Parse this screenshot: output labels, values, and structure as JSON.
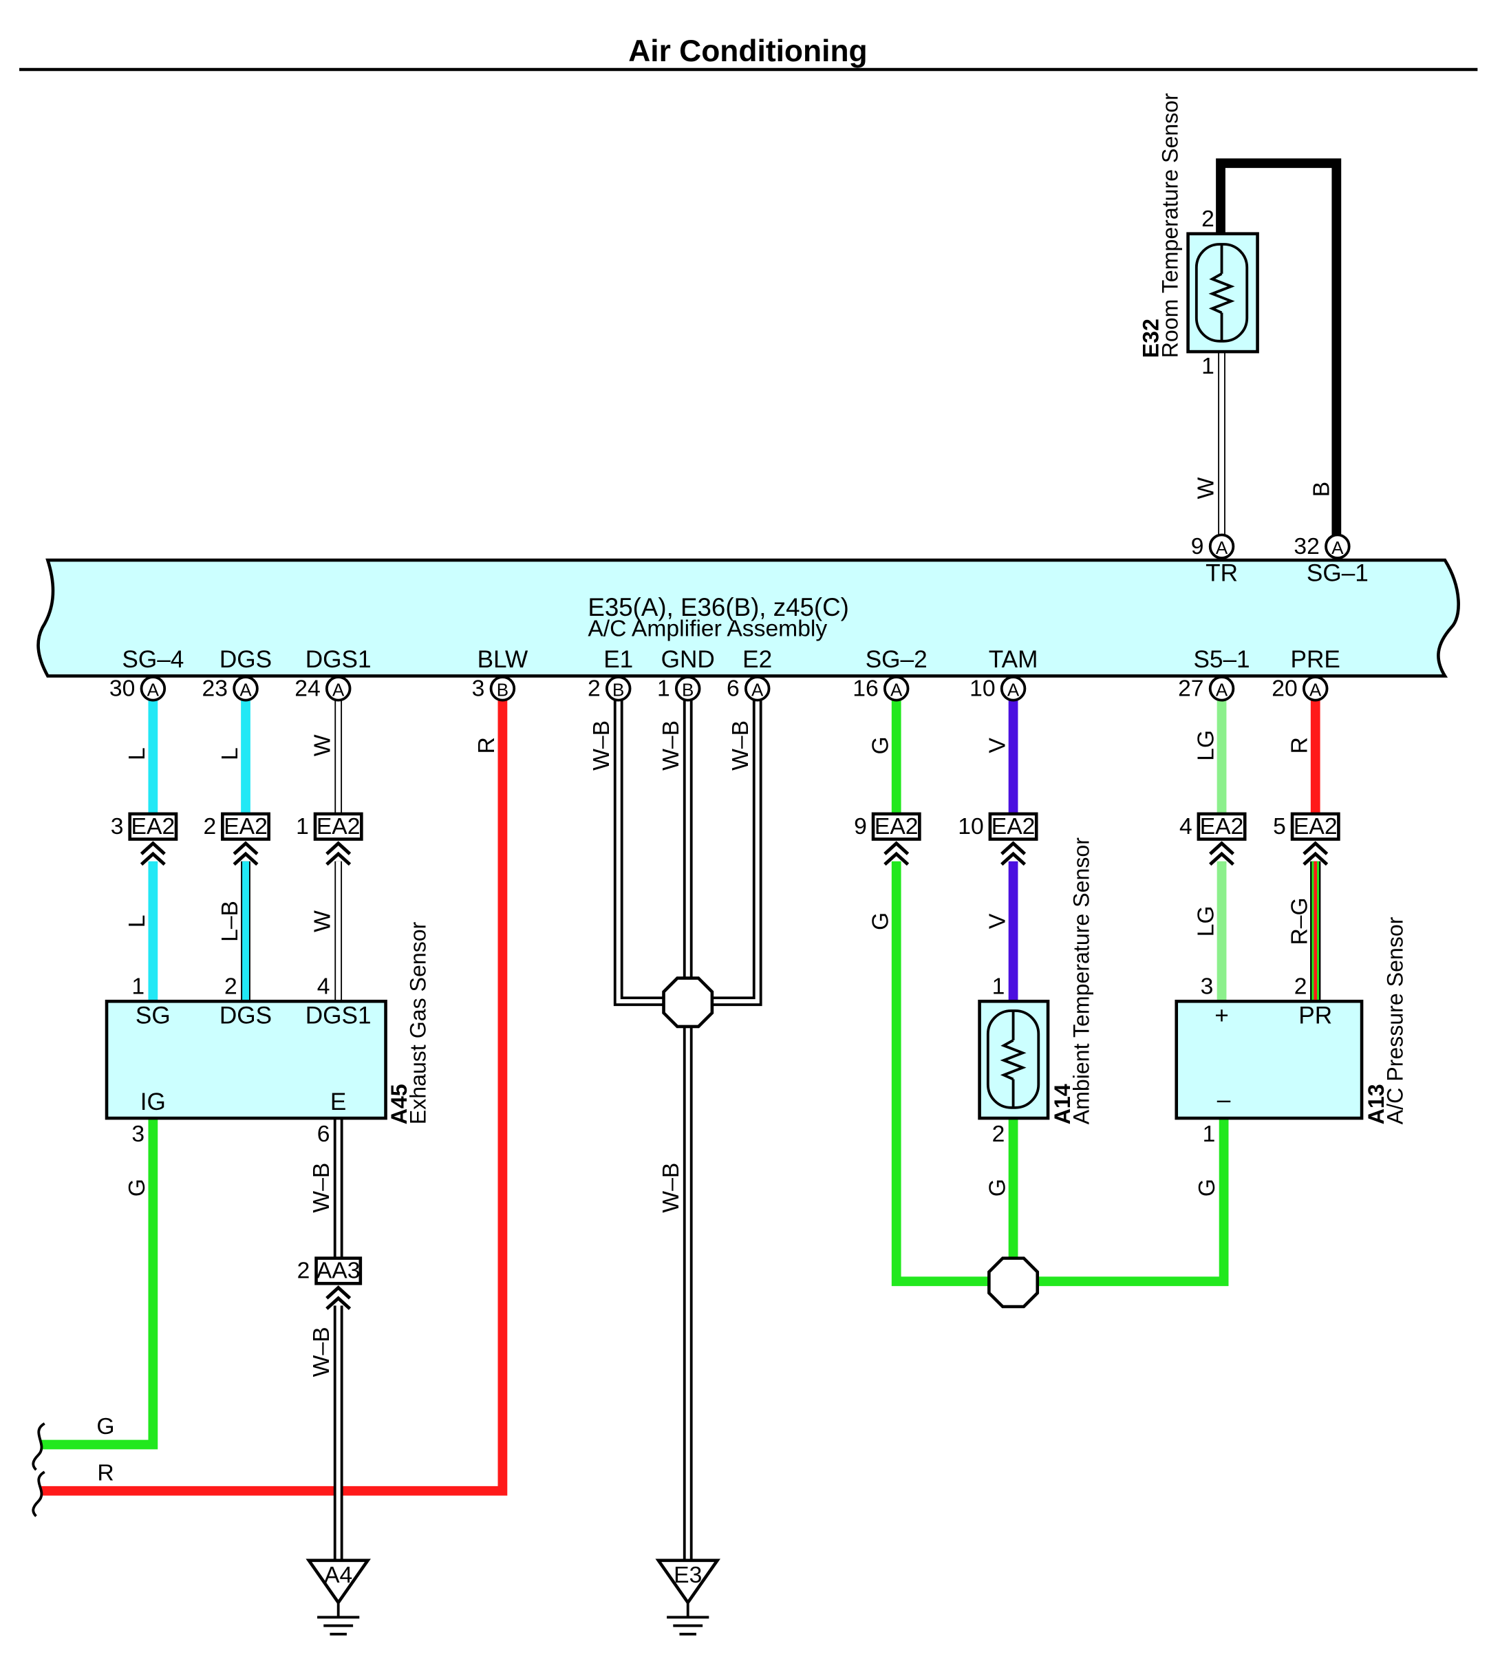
{
  "title": "Air Conditioning",
  "colors": {
    "L": "#22e8f5",
    "W": "#ffffff",
    "R": "#ff1a1a",
    "G": "#22e81e",
    "V": "#4b10e0",
    "LG": "#8cf08c",
    "B": "#000000",
    "body": "#ccffff"
  },
  "amplifier": {
    "code": "E35(A), E36(B), z45(C)",
    "name": "A/C Amplifier Assembly",
    "top_terms": [
      {
        "pin": "9",
        "conn": "A",
        "label": "TR"
      },
      {
        "pin": "32",
        "conn": "A",
        "label": "SG–1"
      }
    ],
    "bottom_terms": [
      {
        "pin": "30",
        "conn": "A",
        "label": "SG–4"
      },
      {
        "pin": "23",
        "conn": "A",
        "label": "DGS"
      },
      {
        "pin": "24",
        "conn": "A",
        "label": "DGS1"
      },
      {
        "pin": "3",
        "conn": "B",
        "label": "BLW"
      },
      {
        "pin": "2",
        "conn": "B",
        "label": "E1"
      },
      {
        "pin": "1",
        "conn": "B",
        "label": "GND"
      },
      {
        "pin": "6",
        "conn": "A",
        "label": "E2"
      },
      {
        "pin": "16",
        "conn": "A",
        "label": "SG–2"
      },
      {
        "pin": "10",
        "conn": "A",
        "label": "TAM"
      },
      {
        "pin": "27",
        "conn": "A",
        "label": "S5–1"
      },
      {
        "pin": "20",
        "conn": "A",
        "label": "PRE"
      }
    ]
  },
  "room_sensor": {
    "code": "E32",
    "name": "Room Temperature Sensor",
    "pin_top": "2",
    "pin_bottom": "1",
    "wire_w": "W",
    "wire_b": "B"
  },
  "upper_wires": [
    "L",
    "L",
    "W",
    "R",
    "W–B",
    "W–B",
    "W–B",
    "G",
    "V",
    "LG",
    "R"
  ],
  "ea2": [
    {
      "pin": "3",
      "name": "EA2"
    },
    {
      "pin": "2",
      "name": "EA2"
    },
    {
      "pin": "1",
      "name": "EA2"
    },
    {
      "pin": "9",
      "name": "EA2"
    },
    {
      "pin": "10",
      "name": "EA2"
    },
    {
      "pin": "4",
      "name": "EA2"
    },
    {
      "pin": "5",
      "name": "EA2"
    }
  ],
  "lower_wires": [
    "L",
    "L–B",
    "W",
    "G",
    "V",
    "LG",
    "R–G"
  ],
  "exhaust_sensor": {
    "code": "A45",
    "name": "Exhaust Gas Sensor",
    "pins_top": [
      "1",
      "2",
      "4"
    ],
    "labels_top": [
      "SG",
      "DGS",
      "DGS1"
    ],
    "pins_bottom": [
      "3",
      "6"
    ],
    "labels_bottom": [
      "IG",
      "E"
    ],
    "wire_ig": "G",
    "wire_e": "W–B"
  },
  "aa3": {
    "pin": "2",
    "name": "AA3",
    "wire": "W–B"
  },
  "ground_wire": "W–B",
  "grounds": [
    "A4",
    "E3"
  ],
  "left_wires": [
    "G",
    "R"
  ],
  "ambient_sensor": {
    "code": "A14",
    "name": "Ambient Temperature Sensor",
    "pin_top": "1",
    "pin_bottom": "2",
    "wire": "G"
  },
  "pressure_sensor": {
    "code": "A13",
    "name": "A/C Pressure Sensor",
    "pins_top": [
      "3",
      "2"
    ],
    "labels_top": [
      "+",
      "PR"
    ],
    "pin_bottom": "1",
    "label_bottom": "–",
    "wire": "G"
  }
}
